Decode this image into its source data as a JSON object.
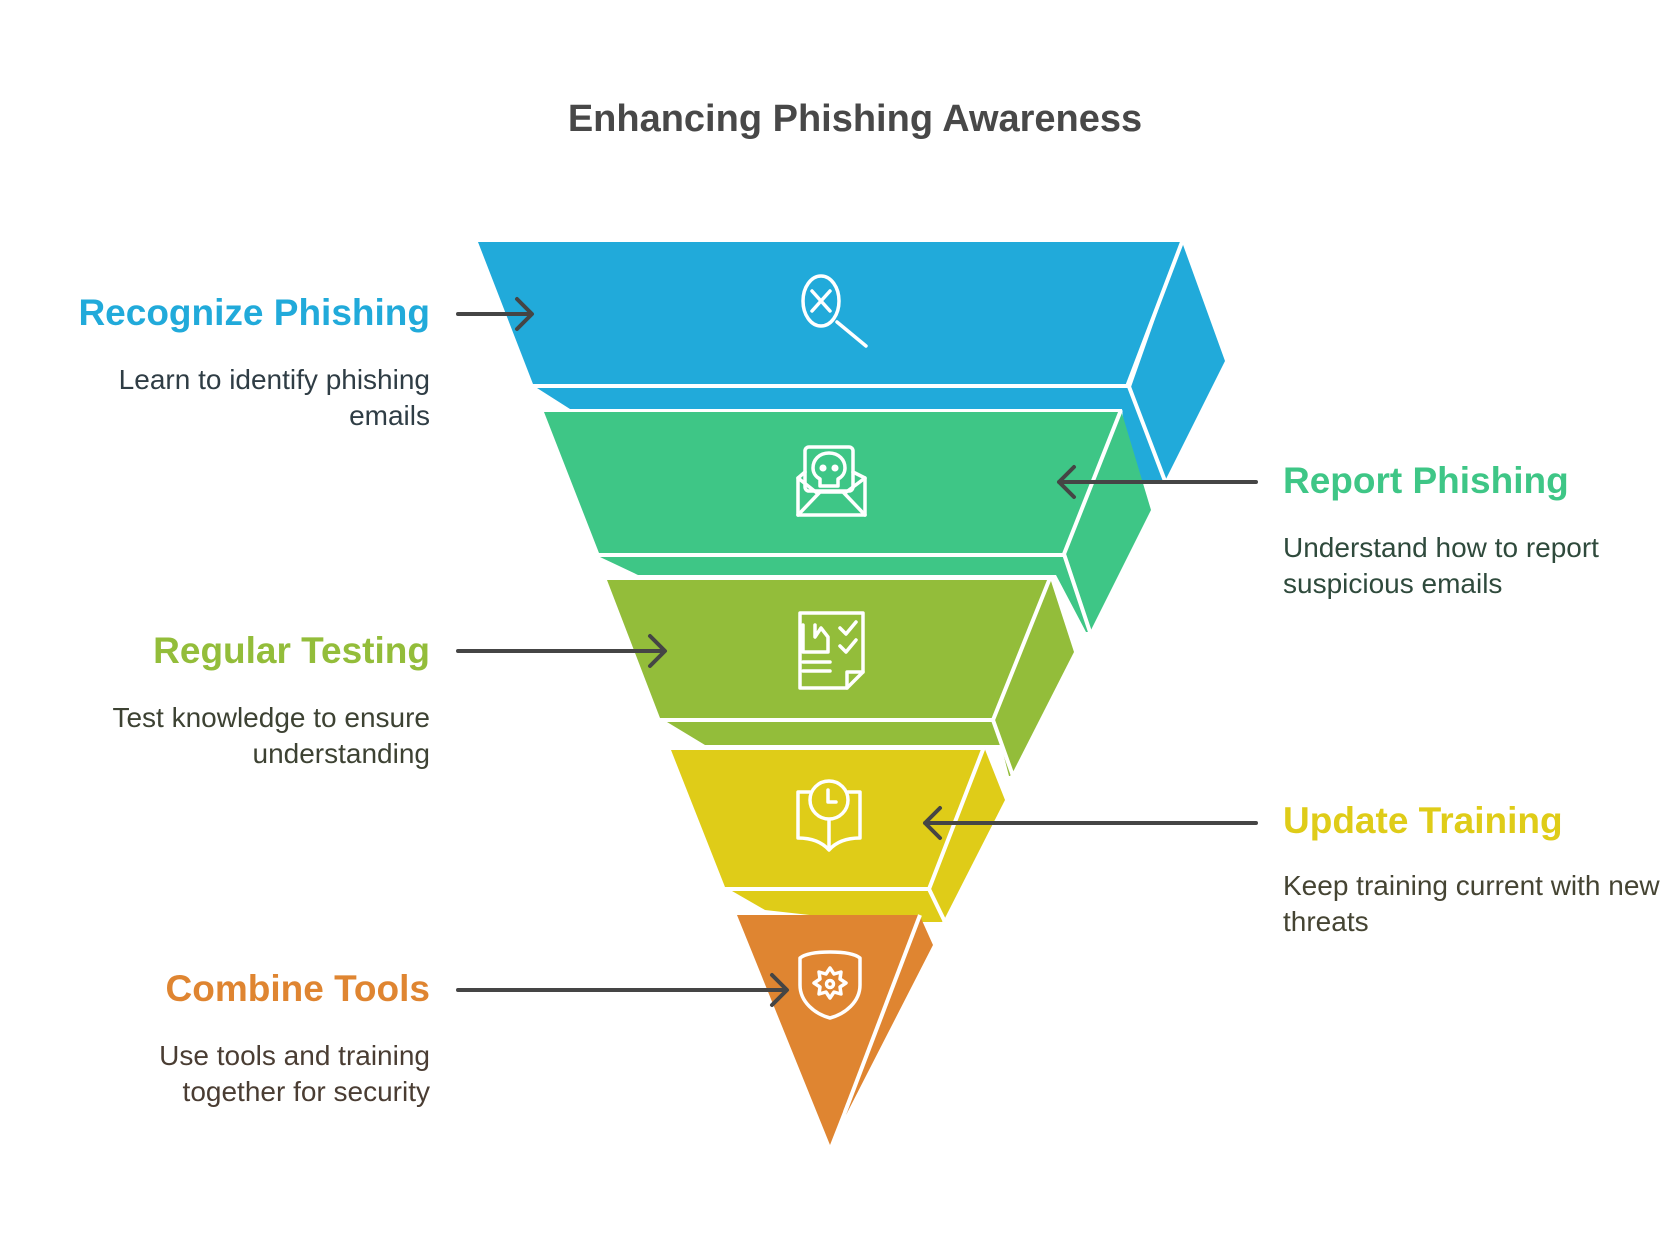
{
  "title": "Enhancing Phishing Awareness",
  "colors": {
    "arrow": "#454545",
    "separator": "#ffffff"
  },
  "layers": [
    {
      "label": "Recognize Phishing",
      "description": "Learn to identify phishing emails",
      "color": "#21AADA",
      "icon": "magnifier-x-icon",
      "side": "left"
    },
    {
      "label": "Report Phishing",
      "description": "Understand how to report suspicious emails",
      "color": "#3EC686",
      "icon": "phishing-email-skull-icon",
      "side": "right"
    },
    {
      "label": "Regular Testing",
      "description": "Test knowledge to ensure understanding",
      "color": "#93BD3A",
      "icon": "test-checklist-icon",
      "side": "left"
    },
    {
      "label": "Update Training",
      "description": "Keep training current with new threats",
      "color": "#DFCC18",
      "icon": "book-clock-icon",
      "side": "right"
    },
    {
      "label": "Combine Tools",
      "description": "Use tools and training together for security",
      "color": "#DF8531",
      "icon": "shield-gear-icon",
      "side": "left"
    }
  ]
}
